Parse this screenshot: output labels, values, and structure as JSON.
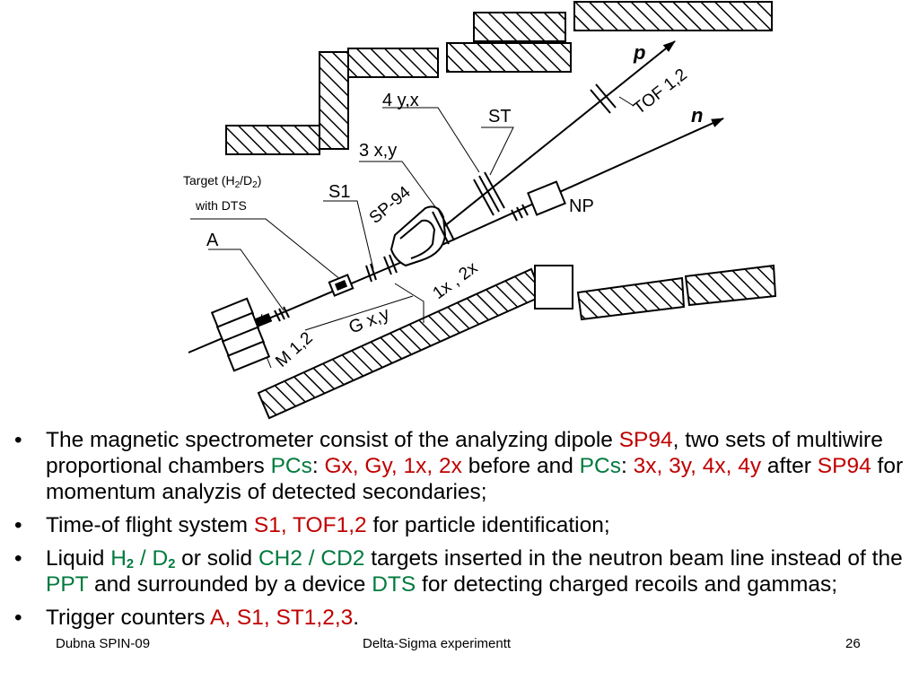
{
  "diagram": {
    "labels": {
      "p": "p",
      "n": "n",
      "tof": "TOF 1,2",
      "four_yx": "4 y,x",
      "st": "ST",
      "three_xy": "3 x,y",
      "target_line1": "Target (H",
      "target_sub1": "2",
      "target_slash": "/D",
      "target_sub2": "2",
      "target_close": ")",
      "target_line2": "with DTS",
      "s1": "S1",
      "sp94": "SP-94",
      "np": "NP",
      "a": "A",
      "one_x_two_x": "1x , 2x",
      "gxy": "G x,y",
      "m12": "M 1,2"
    }
  },
  "bullets": [
    {
      "b1_t1": "The magnetic spectrometer  consist  of  the  analyzing dipole  ",
      "b1_r1": "SP94",
      "b1_t2": ", two sets of  multiwire proportional chambers ",
      "b1_g1": "PCs",
      "b1_t3": ": ",
      "b1_r2": "Gx, Gy, 1x, 2x",
      "b1_t4": " before and ",
      "b1_g2": "PCs",
      "b1_t5": ": ",
      "b1_r3": "3x, 3y, 4x, 4y",
      "b1_t6": " after ",
      "b1_r4": "SP94",
      "b1_t7": "  for momentum analyzis of detected secondaries;"
    },
    {
      "b2_t1": "Time-of flight  system  ",
      "b2_r1": "S1, TOF1,2",
      "b2_t2": "  for  particle  identification;"
    },
    {
      "b3_t1": "Liquid ",
      "b3_g1": "H",
      "b3_g1s": "2",
      "b3_g2": " / D",
      "b3_g2s": "2",
      "b3_t2": " or solid ",
      "b3_g3": "CH2 / CD2",
      "b3_t3": " targets inserted in the neutron beam line instead of the ",
      "b3_g4": "PPT",
      "b3_t4": " and surrounded by a device ",
      "b3_g5": "DTS",
      "b3_t5": " for detecting charged recoils and gammas;"
    },
    {
      "b4_t1": "Trigger counters ",
      "b4_r1": "A, S1, ST1,2,3",
      "b4_t2": "."
    }
  ],
  "bullet_symbol": "•",
  "footer": {
    "left": "Dubna SPIN-09",
    "center": "Delta-Sigma experimentt",
    "right": "26"
  },
  "colors": {
    "highlight_red": "#c00000",
    "highlight_green": "#007a3d"
  }
}
